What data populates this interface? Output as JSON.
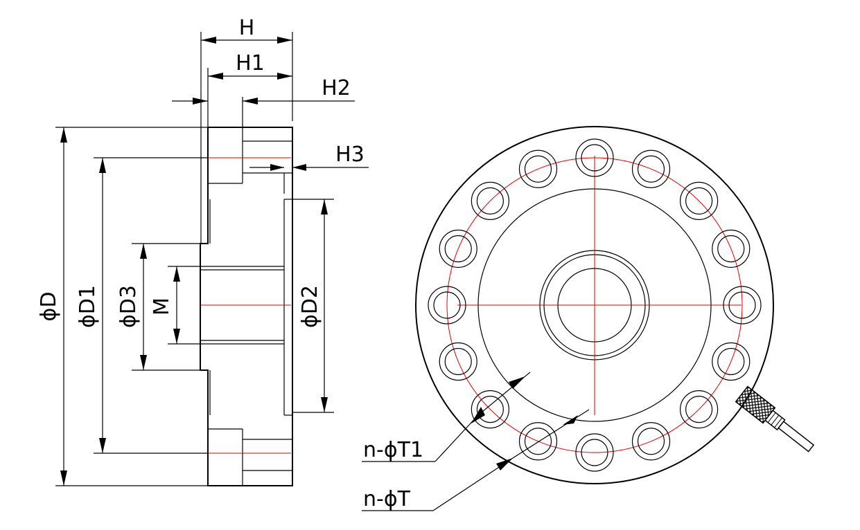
{
  "drawing": {
    "dimensions": {
      "h": "H",
      "h1": "H1",
      "h2": "H2",
      "h3": "H3",
      "d": "ϕD",
      "d1": "ϕD1",
      "d3": "ϕD3",
      "m": "M",
      "d2": "ϕD2",
      "t1": "n-ϕT1",
      "t": "n-ϕT"
    },
    "bolt_hole_count": 16,
    "colors": {
      "outline": "#000000",
      "centerline": "#e00000"
    }
  }
}
